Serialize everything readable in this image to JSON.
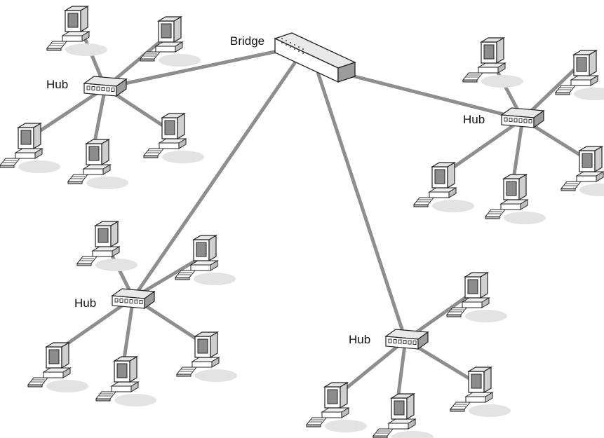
{
  "labels": {
    "bridge": "Bridge",
    "hub_top_left": "Hub",
    "hub_right": "Hub",
    "hub_bottom_left": "Hub",
    "hub_bottom_right": "Hub"
  },
  "colors": {
    "link": "#8e8e8e",
    "device_face": "#ffffff",
    "device_side": "#d4d4d4",
    "device_dark": "#9a9a9a",
    "outline": "#222222",
    "shadow": "#e3e3e3"
  },
  "icons": {
    "bridge": "bridge-icon",
    "hub": "hub-icon",
    "computer": "computer-icon"
  }
}
